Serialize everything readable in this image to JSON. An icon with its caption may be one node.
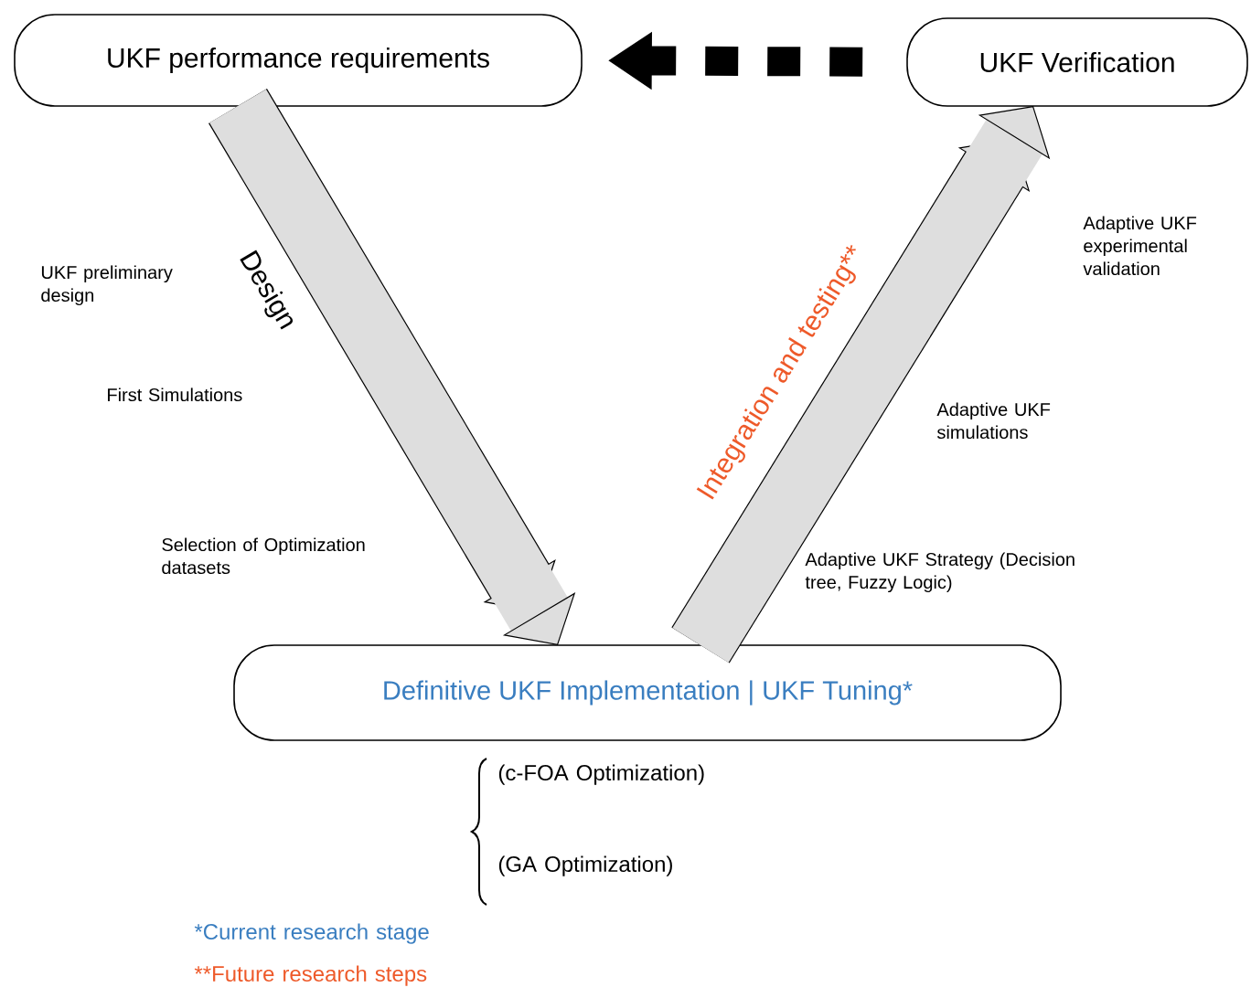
{
  "diagram": {
    "nodes": [
      {
        "text": [
          "UKF performance requirements"
        ]
      },
      {
        "text": [
          "UKF Verification"
        ]
      },
      {
        "text": [
          "Definitive UKF Implementation | UKF Tuning*"
        ]
      }
    ],
    "edges": [
      {
        "from": 0,
        "to": 2,
        "arrow": "to",
        "label": "Design"
      },
      {
        "from": 2,
        "to": 1,
        "arrow": "to",
        "label": "Integration and testing**"
      },
      {
        "from": 1,
        "to": 0,
        "arrow": "to",
        "style": "dashed",
        "color": "#000000"
      }
    ],
    "labels": [
      "UKF preliminary design",
      "Adaptive UKF experimental validation",
      "First Simulations",
      "Adaptive UKF simulations",
      "Selection of Optimization datasets",
      "Adaptive UKF Strategy (Decision tree, Fuzzy Logic)",
      "(c-FOA Optimization)",
      "(GA Optimization)",
      "*Current research stage",
      "**Future research steps"
    ]
  }
}
